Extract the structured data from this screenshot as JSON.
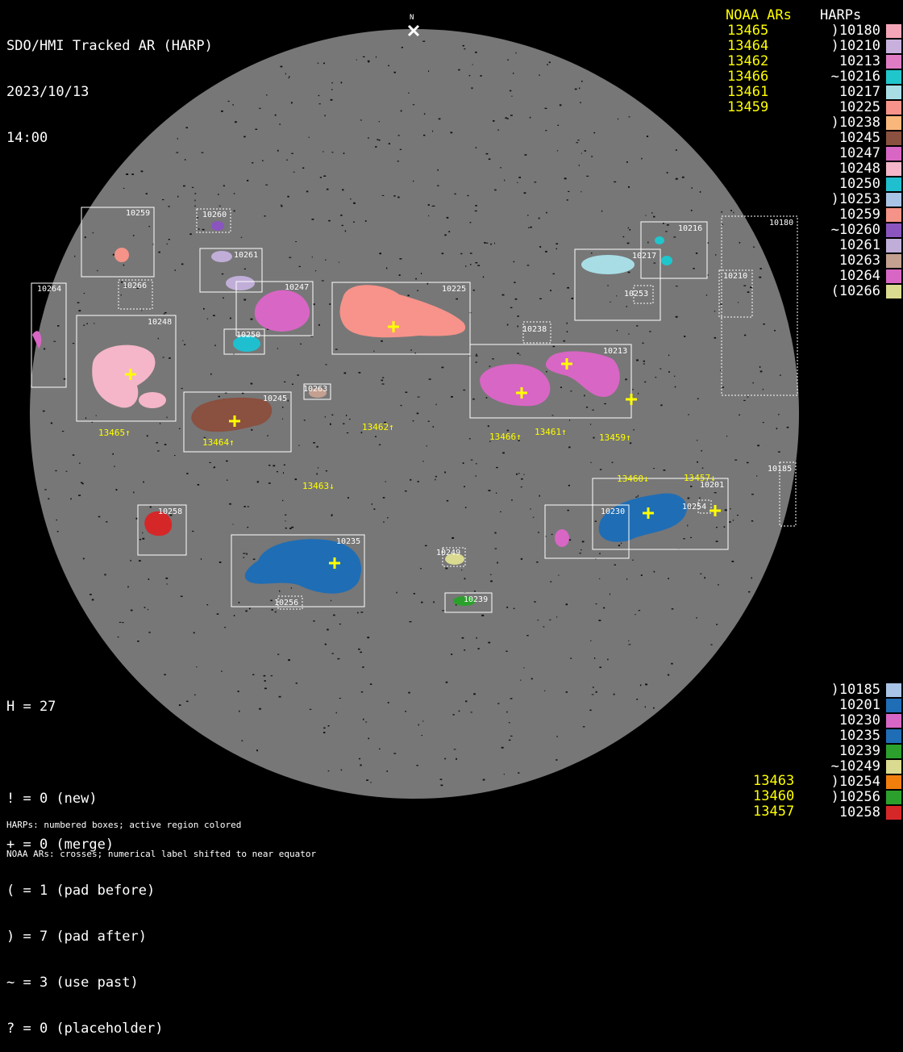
{
  "header": {
    "line1": "SDO/HMI Tracked AR (HARP)",
    "line2": "2023/10/13",
    "line3": "14:00"
  },
  "north_label": "N",
  "noaa_title": "NOAA ARs",
  "harps_title": "HARPs",
  "noaa_top": [
    "13465",
    "13464",
    "13462",
    "13466",
    "13461",
    "13459"
  ],
  "harps_top": [
    {
      "label": ")10180",
      "color": "#f4a6b8"
    },
    {
      "label": ")10210",
      "color": "#c8b0dc"
    },
    {
      "label": "10213",
      "color": "#e07cc4"
    },
    {
      "label": "~10216",
      "color": "#1fc6cc"
    },
    {
      "label": "10217",
      "color": "#a8dde6"
    },
    {
      "label": "10225",
      "color": "#f7938a"
    },
    {
      "label": ")10238",
      "color": "#f9b77c"
    },
    {
      "label": "10245",
      "color": "#8a5040"
    },
    {
      "label": "10247",
      "color": "#d866c4"
    },
    {
      "label": "10248",
      "color": "#f4b6c8"
    },
    {
      "label": "10250",
      "color": "#1fbfcf"
    },
    {
      "label": ")10253",
      "color": "#a8c4e6"
    },
    {
      "label": "10259",
      "color": "#f59388"
    },
    {
      "label": "~10260",
      "color": "#8b55c0"
    },
    {
      "label": "10261",
      "color": "#c0aed8"
    },
    {
      "label": "10263",
      "color": "#c4a090"
    },
    {
      "label": "10264",
      "color": "#d866c4"
    },
    {
      "label": "(10266",
      "color": "#dada90"
    }
  ],
  "noaa_bottom": [
    "13463",
    "13460",
    "13457"
  ],
  "harps_bottom": [
    {
      "label": ")10185",
      "color": "#a8c4e6"
    },
    {
      "label": "10201",
      "color": "#1f6db5"
    },
    {
      "label": "10230",
      "color": "#d866c4"
    },
    {
      "label": "10235",
      "color": "#1f6db5"
    },
    {
      "label": "10239",
      "color": "#2ca02c"
    },
    {
      "label": "~10249",
      "color": "#dada90"
    },
    {
      "label": ")10254",
      "color": "#f07f0e"
    },
    {
      "label": ")10256",
      "color": "#2ca02c"
    },
    {
      "label": "10258",
      "color": "#d62728"
    }
  ],
  "stats": {
    "h": "H = 27",
    "new": "! = 0 (new)",
    "merge": "+ = 0 (merge)",
    "pad_before": "( = 1 (pad before)",
    "pad_after": ") = 7 (pad after)",
    "use_past": "~ = 3 (use past)",
    "placeholder": "? = 0 (placeholder)"
  },
  "footer": {
    "line1": "HARPs: numbered boxes; active region colored",
    "line2": "NOAA ARs: crosses; numerical label shifted to near equator"
  },
  "disk_labels": {
    "b10259": "10259",
    "b10260": "10260",
    "b10261": "10261",
    "b10266": "10266",
    "b10247": "10247",
    "b10264": "10264",
    "b10248": "10248",
    "b10250": "10250",
    "b10225": "10225",
    "b10238": "10238",
    "b10263": "10263",
    "b10245": "10245",
    "b10213": "10213",
    "b10216": "10216",
    "b10217": "10217",
    "b10253": "10253",
    "b10210": "10210",
    "b10180": "10180",
    "b10185": "10185",
    "b10201": "10201",
    "b10254": "10254",
    "b10230": "10230",
    "b10258": "10258",
    "b10235": "10235",
    "b10256": "10256",
    "b10249": "10249",
    "b10239": "10239",
    "n13465": "13465↑",
    "n13464": "13464↑",
    "n13462": "13462↑",
    "n13466": "13466↑",
    "n13461": "13461↑",
    "n13459": "13459↑",
    "n13463": "13463↓",
    "n13460": "13460↓",
    "n13457": "13457↓"
  }
}
